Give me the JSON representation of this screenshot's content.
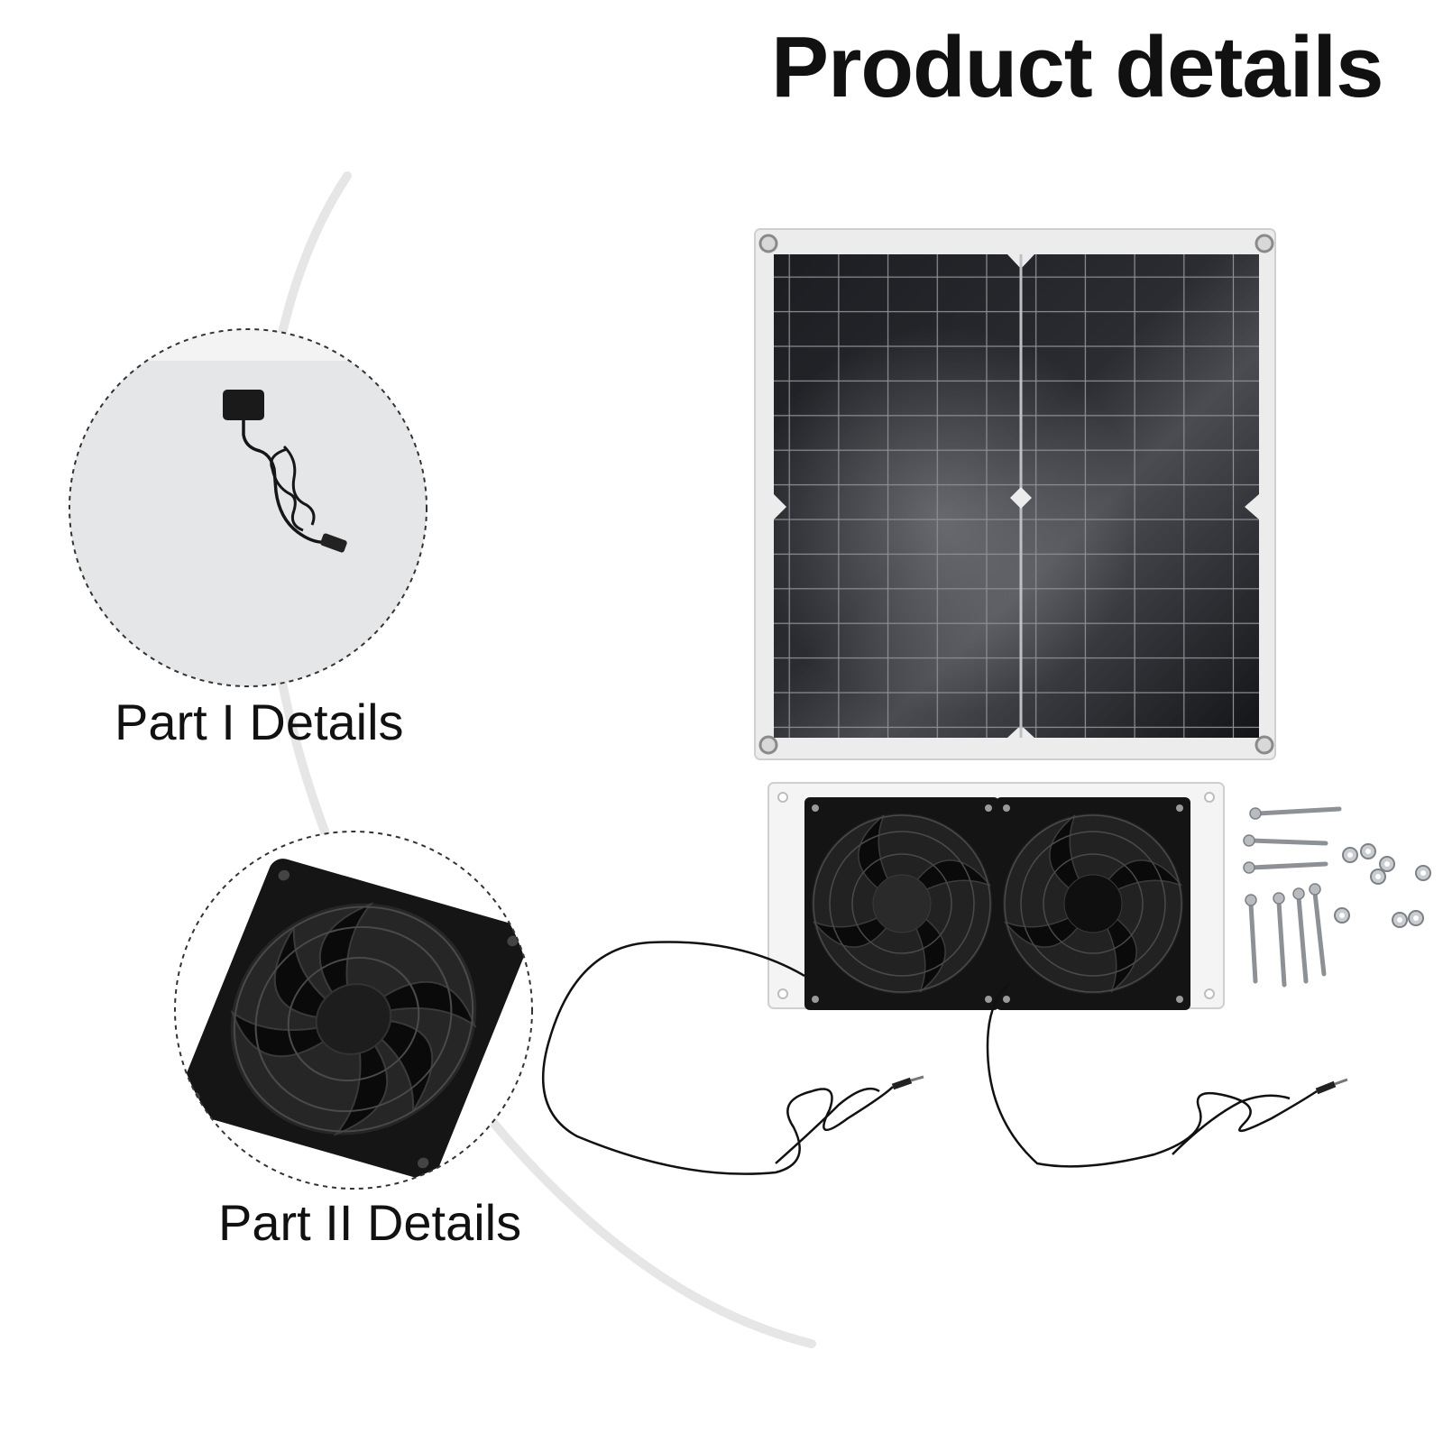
{
  "header": {
    "title": "Product details"
  },
  "details": [
    {
      "label": "Part I Details",
      "subject": "solar panel junction box with cable"
    },
    {
      "label": "Part II Details",
      "subject": "cooling fan close-up"
    }
  ],
  "product": {
    "items": [
      "solar panel",
      "twin fan plate",
      "screws and nuts"
    ],
    "colors": {
      "panel_frame": "#ececec",
      "cells": "#15171a",
      "fan": "#111111",
      "plate": "#f4f4f4"
    }
  }
}
